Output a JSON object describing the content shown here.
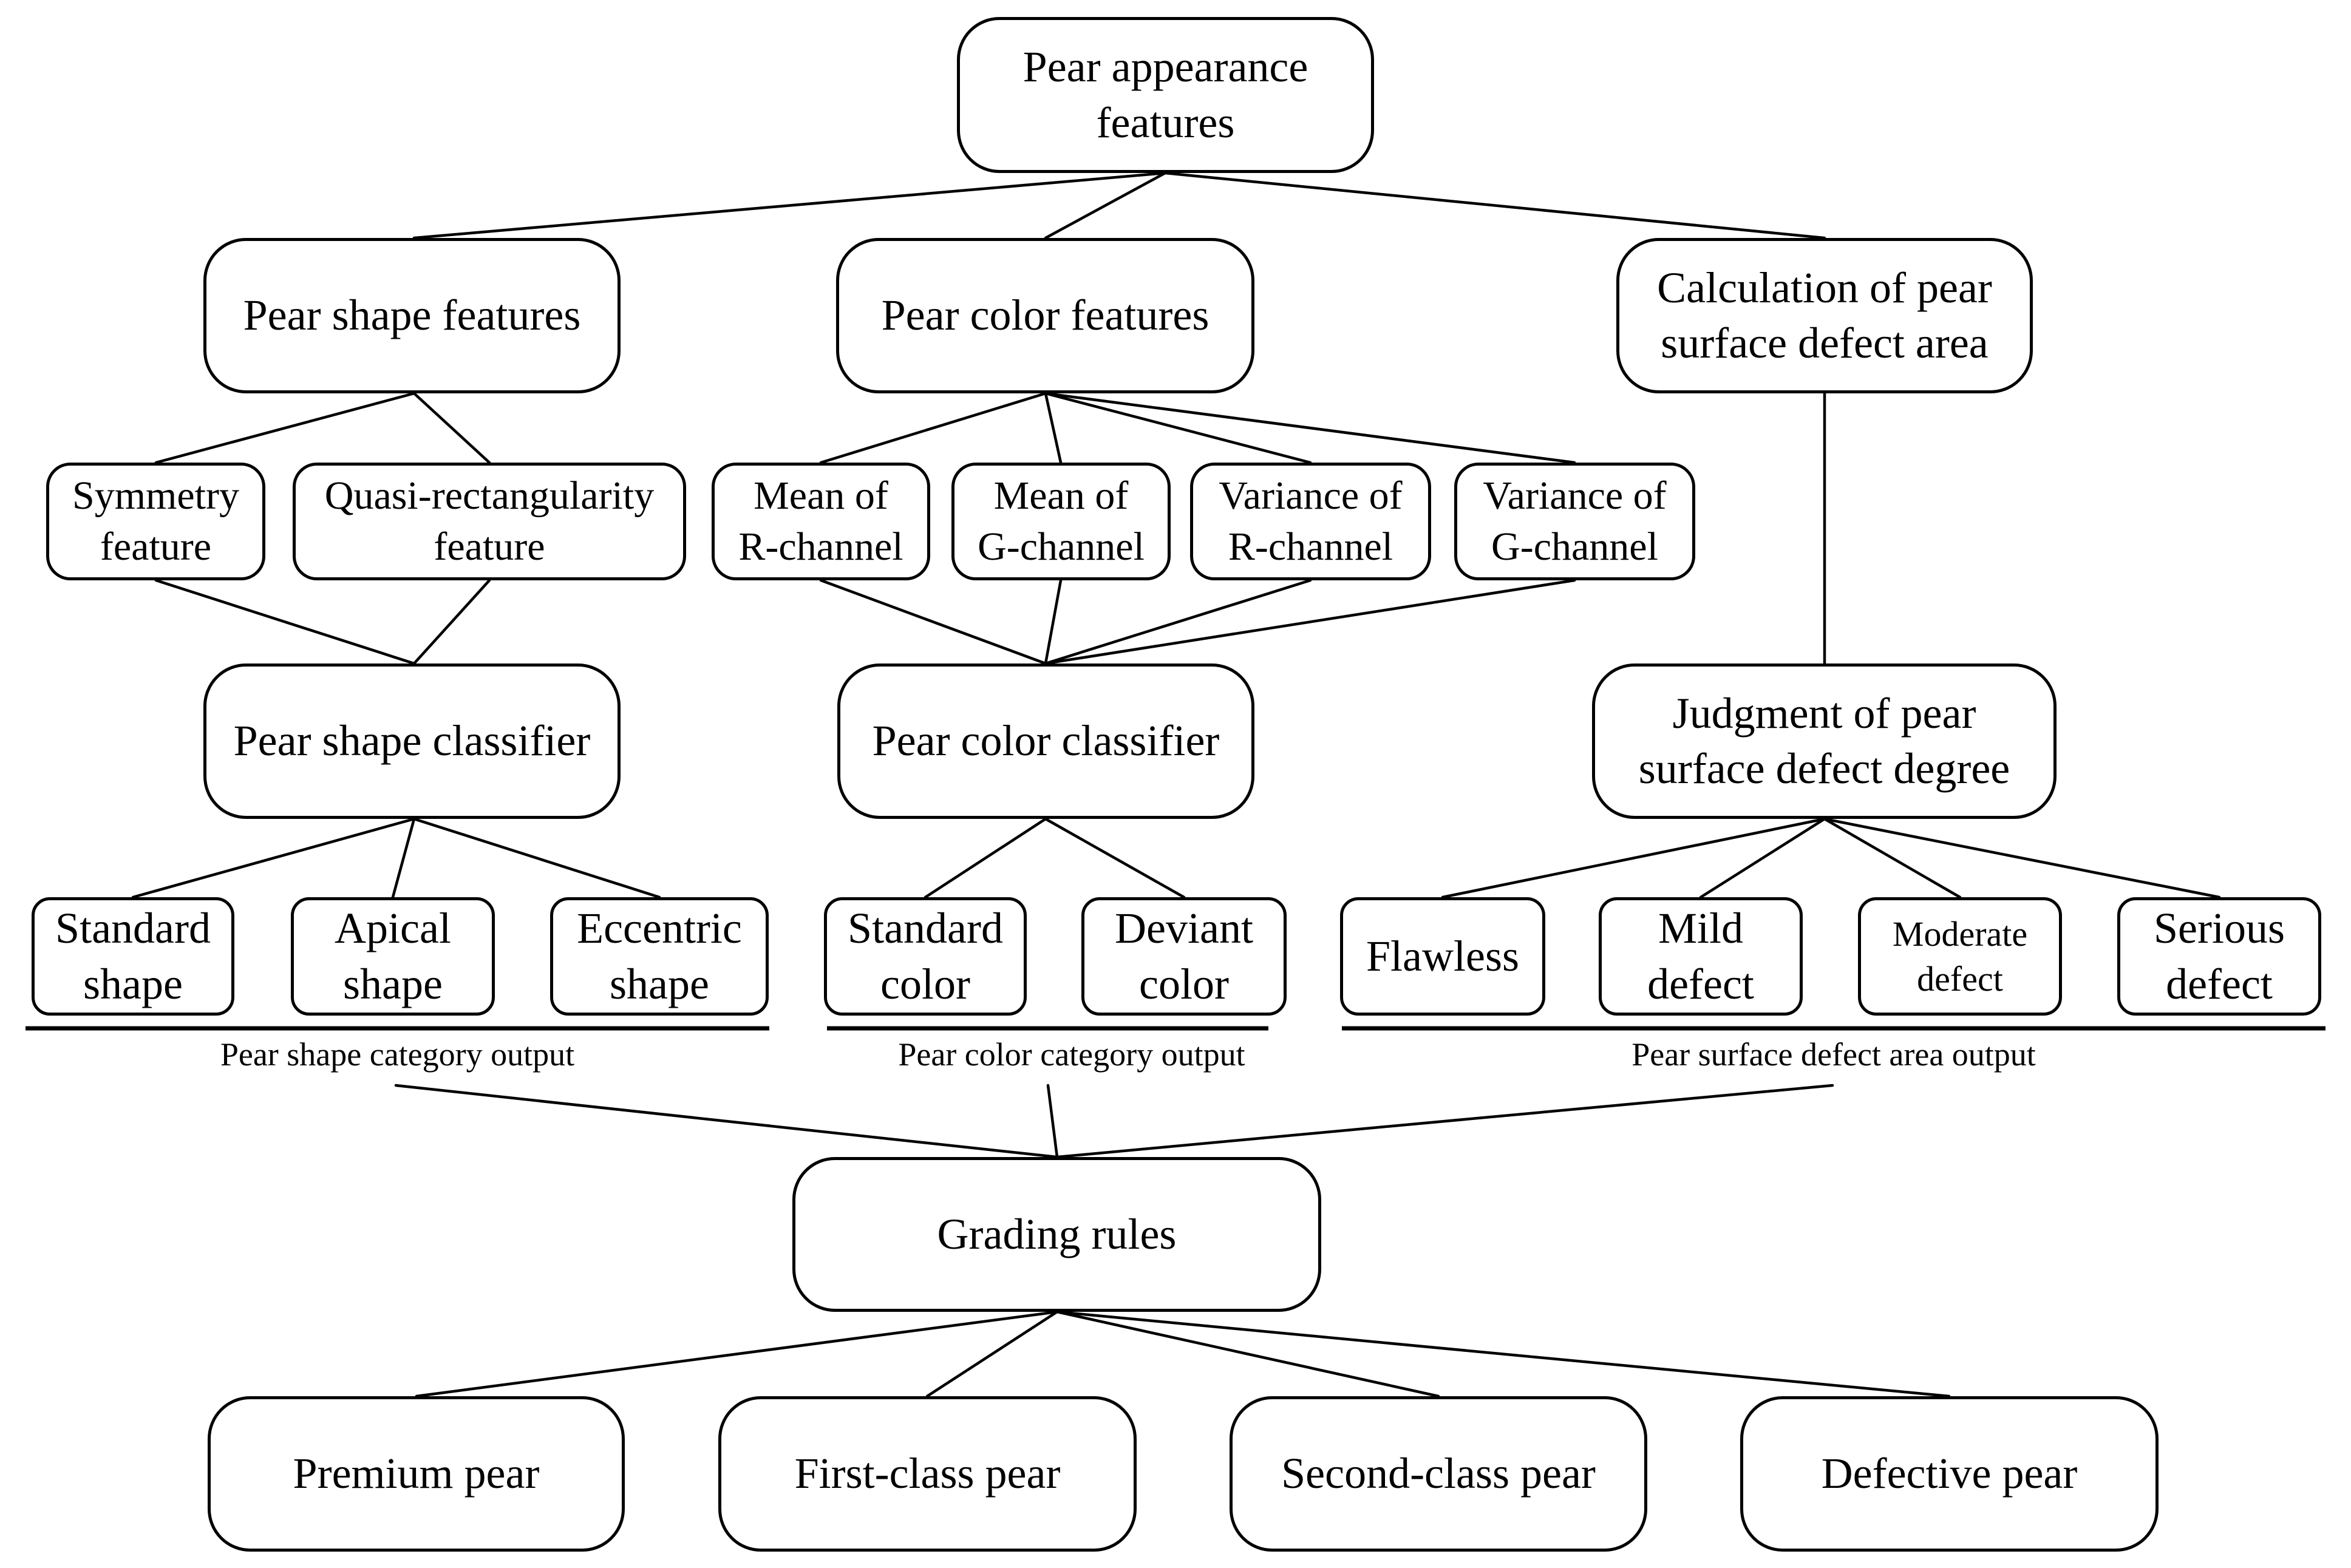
{
  "root": "Pear appearance\nfeatures",
  "features": {
    "shape": "Pear shape features",
    "color": "Pear color features",
    "defect": "Calculation of pear\nsurface defect area"
  },
  "sub_features": {
    "symmetry": "Symmetry\nfeature",
    "quasi_rect": "Quasi-rectangularity\nfeature",
    "mean_r": "Mean of\nR-channel",
    "mean_g": "Mean of\nG-channel",
    "var_r": "Variance of\nR-channel",
    "var_g": "Variance of\nG-channel"
  },
  "classifiers": {
    "shape": "Pear shape classifier",
    "color": "Pear color classifier",
    "defect": "Judgment of pear\nsurface defect degree"
  },
  "outputs": {
    "shape": [
      "Standard\nshape",
      "Apical\nshape",
      "Eccentric\nshape"
    ],
    "color": [
      "Standard\ncolor",
      "Deviant\ncolor"
    ],
    "defect": [
      "Flawless",
      "Mild\ndefect",
      "Moderate\ndefect",
      "Serious\ndefect"
    ]
  },
  "output_captions": {
    "shape": "Pear shape category output",
    "color": "Pear color category output",
    "defect": "Pear surface defect area output"
  },
  "grading": "Grading rules",
  "grades": [
    "Premium pear",
    "First-class pear",
    "Second-class pear",
    "Defective pear"
  ]
}
